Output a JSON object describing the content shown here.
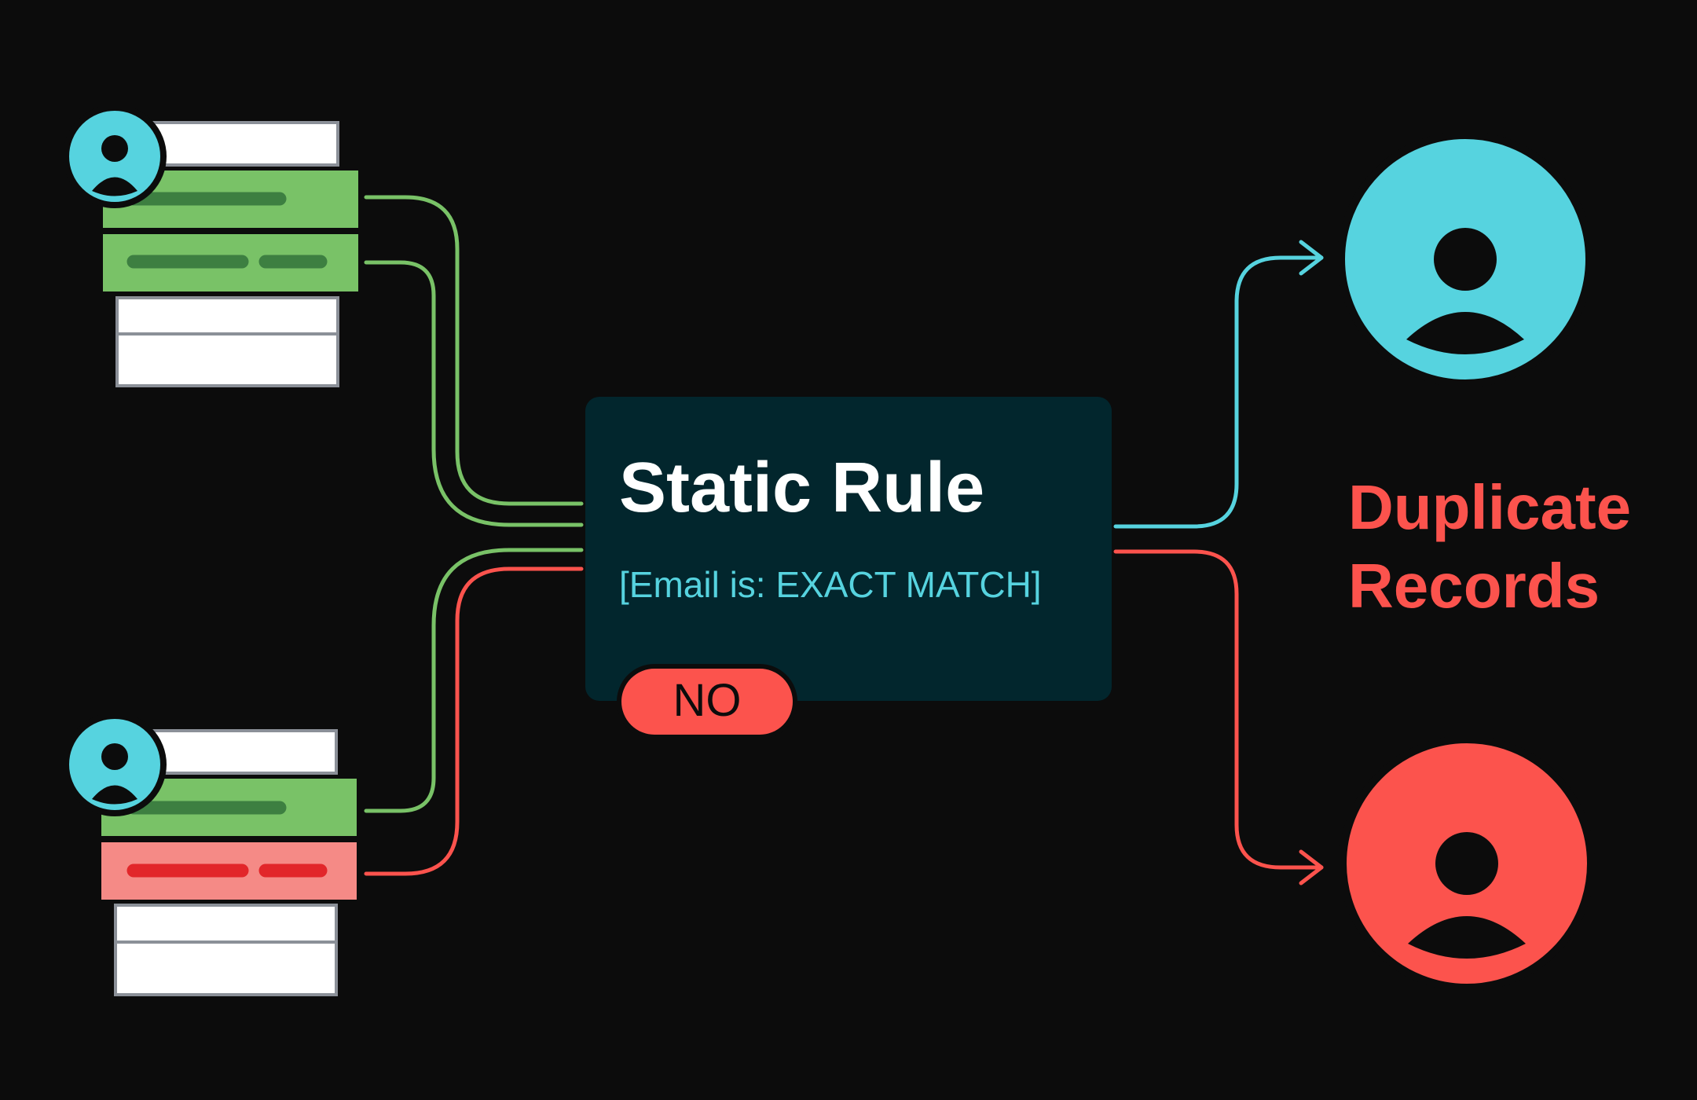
{
  "rule": {
    "title": "Static Rule",
    "condition": "[Email is: EXACT MATCH]",
    "result_badge": "NO"
  },
  "output": {
    "label_line1": "Duplicate",
    "label_line2": "Records"
  },
  "records": [
    {
      "name": "record-top",
      "field_colors": [
        "green",
        "green"
      ]
    },
    {
      "name": "record-bottom",
      "field_colors": [
        "green",
        "red"
      ]
    }
  ],
  "colors": {
    "background": "#0c0c0c",
    "rule_box": "#02262d",
    "cyan": "#56d3df",
    "green": "#79c267",
    "green_dark": "#3d7f41",
    "red": "#fc534d",
    "red_light": "#f58a86",
    "red_dark": "#e2262a",
    "white": "#ffffff",
    "table_border": "#8b9098"
  },
  "icons": [
    "user-avatar-icon",
    "arrow-right-icon"
  ]
}
